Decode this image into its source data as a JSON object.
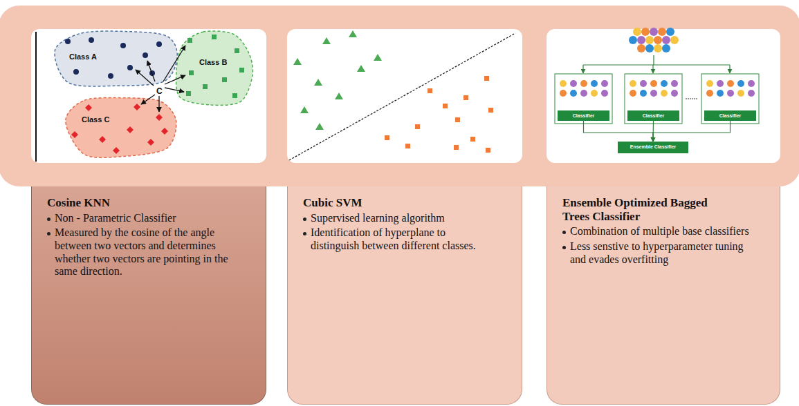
{
  "diagram": {
    "nodes": [
      {
        "text": [
          "Class A"
        ]
      },
      {
        "text": [
          "Class B"
        ]
      },
      {
        "text": [
          "Class C"
        ]
      },
      {
        "text": [
          "Classifier"
        ]
      },
      {
        "text": [
          "Classifier"
        ]
      },
      {
        "text": [
          "Classifier"
        ]
      },
      {
        "text": [
          "Ensemble Classifier"
        ]
      },
      {
        "text": [
          "Cosine KNN",
          "Non - Parametric Classifier",
          "Measured by the cosine of the angle between two vectors and determines whether two vectors are pointing in the same direction."
        ]
      },
      {
        "text": [
          "Cubic SVM",
          "Supervised learning algorithm",
          "Identification of hyperplane to distinguish between different classes."
        ]
      },
      {
        "text": [
          "Ensemble Optimized Bagged Trees Classifier",
          "Combination of multiple base classifiers",
          "Less senstive to hyperparameter tuning and evades overfitting"
        ]
      }
    ],
    "edges": [
      {
        "from": 3,
        "to": 6,
        "arrow": "to"
      },
      {
        "from": 4,
        "to": 6,
        "arrow": "to"
      },
      {
        "from": 5,
        "to": 6,
        "arrow": "to"
      }
    ],
    "labels": [
      "C"
    ]
  }
}
